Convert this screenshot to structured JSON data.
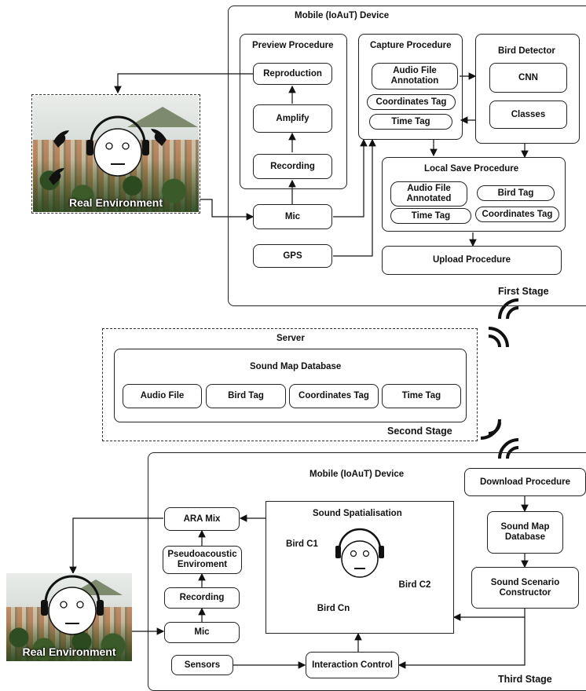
{
  "stage1": {
    "device_title": "Mobile (IoAuT) Device",
    "stage_label": "First Stage",
    "preview": {
      "title": "Preview Procedure",
      "reproduction": "Reproduction",
      "amplify": "Amplify",
      "recording": "Recording"
    },
    "capture": {
      "title": "Capture Procedure",
      "annotation": "Audio File Annotation",
      "coords": "Coordinates Tag",
      "time": "Time Tag"
    },
    "detector": {
      "title": "Bird Detector",
      "cnn": "CNN",
      "classes": "Classes"
    },
    "local_save": {
      "title": "Local Save Procedure",
      "audio": "Audio File Annotated",
      "bird": "Bird Tag",
      "time": "Time Tag",
      "coords": "Coordinates Tag"
    },
    "upload": "Upload Procedure",
    "mic": "Mic",
    "gps": "GPS",
    "env_label": "Real Environment"
  },
  "stage2": {
    "server_title": "Server",
    "db_title": "Sound Map Database",
    "items": [
      "Audio File",
      "Bird Tag",
      "Coordinates Tag",
      "Time Tag"
    ],
    "stage_label": "Second Stage"
  },
  "stage3": {
    "device_title": "Mobile (IoAuT) Device",
    "stage_label": "Third Stage",
    "download": "Download Procedure",
    "sound_map_db": "Sound Map Database",
    "scenario": "Sound Scenario Constructor",
    "spatialisation": {
      "title": "Sound Spatialisation",
      "c1": "Bird C1",
      "c2": "Bird C2",
      "cn": "Bird Cn"
    },
    "ara_mix": "ARA Mix",
    "pseudo": "Pseudoacoustic Enviroment",
    "recording": "Recording",
    "mic": "Mic",
    "sensors": "Sensors",
    "interaction": "Interaction Control",
    "env_label": "Real Environment"
  }
}
